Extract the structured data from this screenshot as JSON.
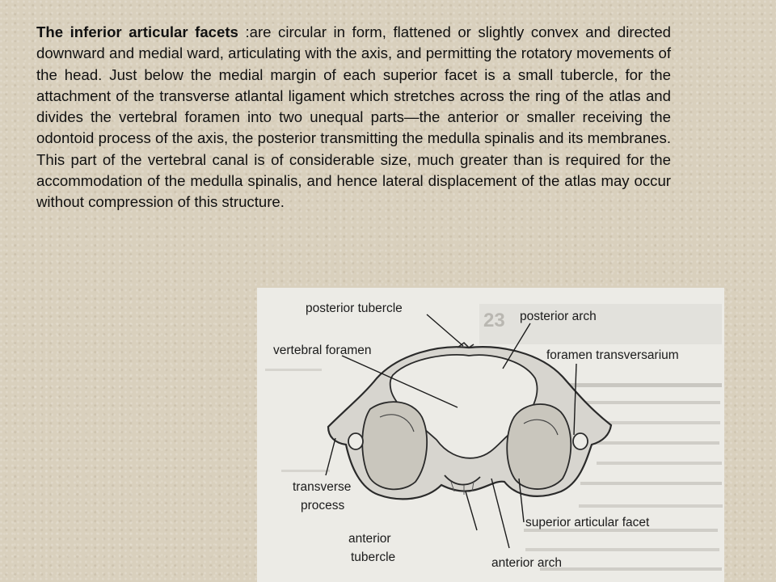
{
  "text": {
    "bold_term": "The inferior articular facets",
    "body": " :are circular in form, flattened or slightly convex and directed downward and medial ward, articulating with the axis, and permitting the rotatory movements of the head. Just below the medial margin of each superior facet is a small tubercle, for the attachment of the transverse atlantal ligament which stretches across the ring of the atlas and divides the vertebral foramen into two unequal parts—the anterior or smaller receiving the odontoid process of the axis, the posterior transmitting the medulla spinalis and its membranes. This part of the vertebral canal is of considerable size, much greater than is required for the accommodation of the medulla spinalis, and hence lateral displacement of the atlas may occur without compression of this structure."
  },
  "figure": {
    "labels": {
      "posterior_tubercle": "posterior tubercle",
      "posterior_arch": "posterior arch",
      "vertebral_foramen": "vertebral foramen",
      "foramen_transversarium": "foramen transversarium",
      "transverse": "transverse",
      "process": "process",
      "superior_articular_facet": "superior articular facet",
      "anterior": "anterior",
      "tubercle": "tubercle",
      "anterior_arch": "anterior arch"
    },
    "fragments": {
      "cet": "cet",
      "e": "e"
    }
  }
}
